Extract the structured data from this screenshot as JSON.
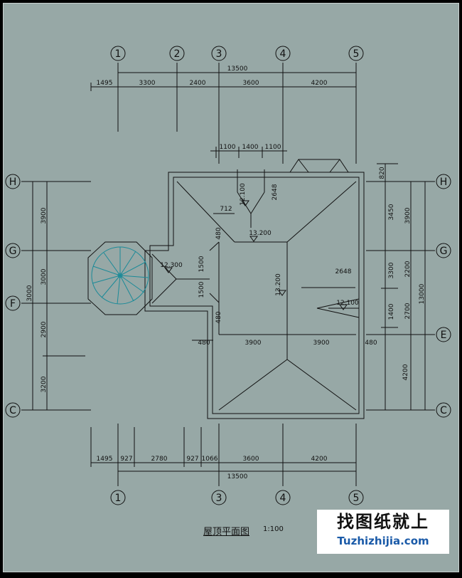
{
  "axes_top": [
    "1",
    "2",
    "3",
    "4",
    "5"
  ],
  "axes_bottom": [
    "1",
    "3",
    "4",
    "5"
  ],
  "axes_left": [
    "H",
    "G",
    "F",
    "C"
  ],
  "axes_right": [
    "H",
    "G",
    "E",
    "C"
  ],
  "dims_top_total": "13500",
  "dims_top": [
    "1495",
    "3300",
    "2400",
    "3600",
    "4200"
  ],
  "dims_bottom_total": "13500",
  "dims_bottom": [
    "1495",
    "927",
    "2780",
    "927",
    "1066",
    "3600",
    "4200"
  ],
  "dims_left_outer": [
    "3900",
    "3000",
    "2900",
    "3200"
  ],
  "dims_left_inner": "3000",
  "dims_right_inner": [
    "820",
    "3450",
    "3300",
    "1400",
    "4200"
  ],
  "dims_right_outer": [
    "3900",
    "2200",
    "2700"
  ],
  "dims_right_total": "13000",
  "dims_dormer_top": [
    "1100",
    "1400",
    "1100"
  ],
  "dims_misc": {
    "d2648_a": "2648",
    "d712": "712",
    "d480_a": "480",
    "d1500_a": "1500",
    "d1500_b": "1500",
    "d480_b": "480",
    "d2648_b": "2648",
    "d480_left": "480",
    "d3900_a": "3900",
    "d3900_b": "3900",
    "d480_right": "480"
  },
  "elevations": {
    "e12100_a": "12.100",
    "e13200_a": "13.200",
    "e12300": "12.300",
    "e13200_b": "13.200",
    "e12100_b": "12.100"
  },
  "title": "屋顶平面图",
  "scale": "1:100",
  "watermark": {
    "cn": "找图纸就上",
    "en": "Tuzhizhijia.com"
  }
}
